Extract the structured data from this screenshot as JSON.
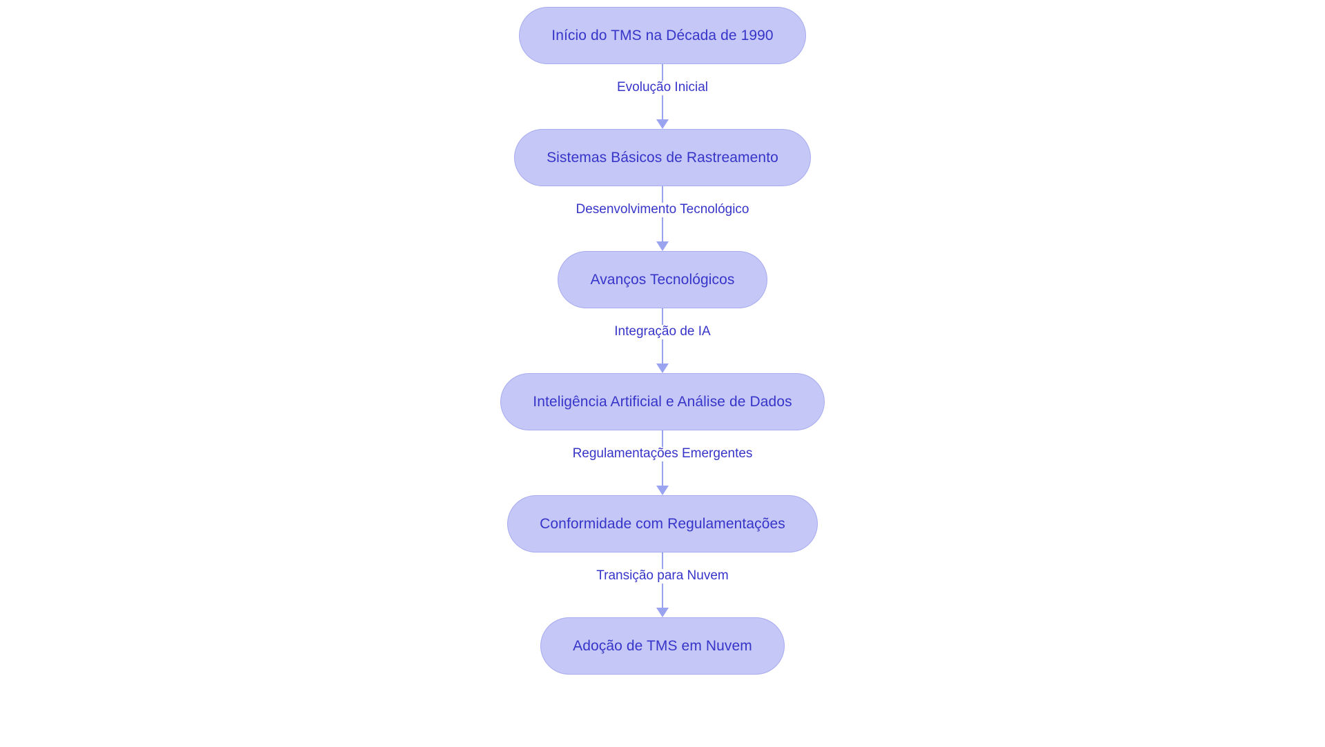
{
  "diagram": {
    "type": "flowchart",
    "orientation": "top-to-bottom",
    "background_color": "#ffffff",
    "node_fill_color": "#c5c8f7",
    "node_border_color": "#a7abef",
    "node_text_color": "#3734c9",
    "edge_color": "#9aa3f0",
    "edge_label_color": "#3734c9",
    "nodes": [
      {
        "id": "n1",
        "label": "Início do TMS na Década de 1990"
      },
      {
        "id": "n2",
        "label": "Sistemas Básicos de Rastreamento"
      },
      {
        "id": "n3",
        "label": "Avanços Tecnológicos"
      },
      {
        "id": "n4",
        "label": "Inteligência Artificial e Análise de Dados"
      },
      {
        "id": "n5",
        "label": "Conformidade com Regulamentações"
      },
      {
        "id": "n6",
        "label": "Adoção de TMS em Nuvem"
      }
    ],
    "edges": [
      {
        "from": "n1",
        "to": "n2",
        "label": "Evolução Inicial"
      },
      {
        "from": "n2",
        "to": "n3",
        "label": "Desenvolvimento Tecnológico"
      },
      {
        "from": "n3",
        "to": "n4",
        "label": "Integração de IA"
      },
      {
        "from": "n4",
        "to": "n5",
        "label": "Regulamentações Emergentes"
      },
      {
        "from": "n5",
        "to": "n6",
        "label": "Transição para Nuvem"
      }
    ]
  }
}
